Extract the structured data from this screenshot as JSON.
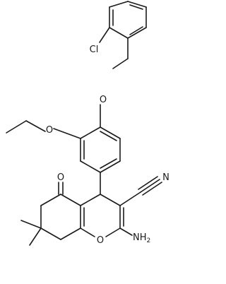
{
  "molecule": {
    "atoms": {
      "chlorine": "Cl",
      "ether_oxygen_top": "O",
      "ether_oxygen_ethoxy": "O",
      "ketone_oxygen": "O",
      "pyran_oxygen": "O",
      "nitrile_nitrogen": "N",
      "amine_group": "NH",
      "amine_subscript": "2"
    }
  }
}
